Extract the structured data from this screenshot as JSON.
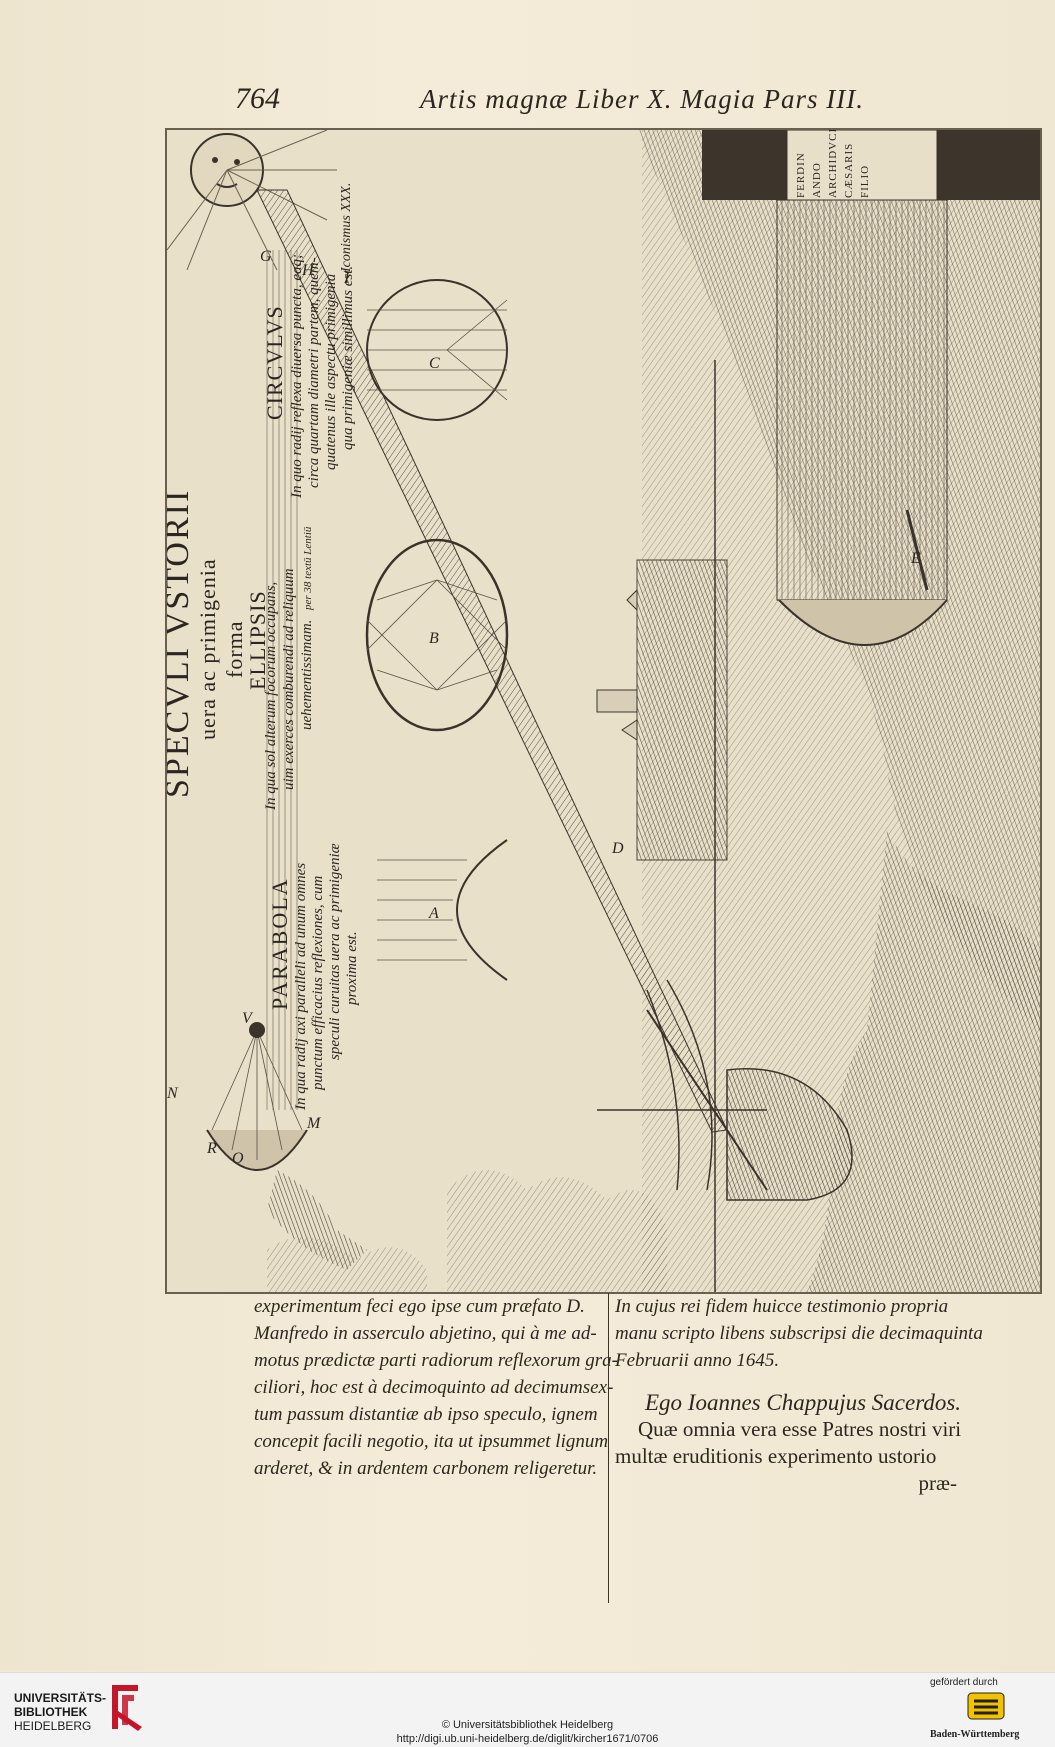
{
  "header": {
    "page_number": "764",
    "running_head": "Artis magnæ Liber X. Magia Pars III."
  },
  "plate": {
    "title": "SPECVLI VSTORII",
    "subtitle": "uera ac primigenia",
    "subtitle2": "forma",
    "ellipsis": {
      "heading": "ELLIPSIS",
      "line1": "In qua sol alterum focorum occupans,",
      "line2": "uim exerces comburendi ad reliquum",
      "line3": "uehementissimam.",
      "note": "per 38 textū Lentiū"
    },
    "circulus": {
      "heading": "CIRCVLVS",
      "line1": "In quo radij reflexa diuersa puncta, eaq;",
      "line2": "circa quartam diametri partem, quem-",
      "line3": "quatenus ille aspectu primigenia",
      "line4": "qua primigeniæ simillimus est."
    },
    "parabola": {
      "heading": "PARABOLA",
      "line1": "In qua radij axi paralleli ad unum omnes",
      "line2": "punctum efficacius reflexiones, cum",
      "line3": "speculi curuitas uera ac primigeniæ",
      "line4": "proxima est."
    },
    "iconismus": "Iconismus XXX.",
    "cartouche": [
      "FERDIN",
      "ANDO",
      "ARCHIDVCI",
      "CÆSARIS",
      "FILIO"
    ],
    "letters": {
      "G": "G",
      "H": "H",
      "I": "I",
      "B": "B",
      "C": "C",
      "A": "A",
      "D": "D",
      "E": "E",
      "N": "N",
      "M": "M",
      "R": "R",
      "O": "O",
      "V": "V"
    }
  },
  "text_left": [
    "experimentum feci ego ipse cum præfato D.",
    "Manfredo in asserculo abjetino, qui à me ad-",
    "motus prædictæ parti radiorum reflexorum gra-",
    "ciliori, hoc est à decimoquinto ad decimumsex-",
    "tum passum distantiæ ab ipso speculo, ignem",
    "concepit facili negotio, ita ut ipsummet lignum",
    "arderet, & in ardentem carbonem religeretur."
  ],
  "text_right": [
    "In cujus rei fidem huicce testimonio propria",
    "manu scripto libens subscripsi die decimaquinta",
    "Februarii anno 1645."
  ],
  "signature": "Ego Ioannes Chappujus Sacerdos.",
  "text_right2": [
    "Quæ omnia vera esse Patres nostri viri",
    "multæ eruditionis experimento ustorio",
    "præ-"
  ],
  "footer": {
    "library": [
      "UNIVERSITÄTS-",
      "BIBLIOTHEK",
      "HEIDELBERG"
    ],
    "copyright": "© Universitätsbibliothek Heidelberg",
    "url": "http://digi.ub.uni-heidelberg.de/diglit/kircher1671/0706",
    "sponsor": "gefördert durch",
    "sponsor_name": "Baden-Württemberg"
  }
}
